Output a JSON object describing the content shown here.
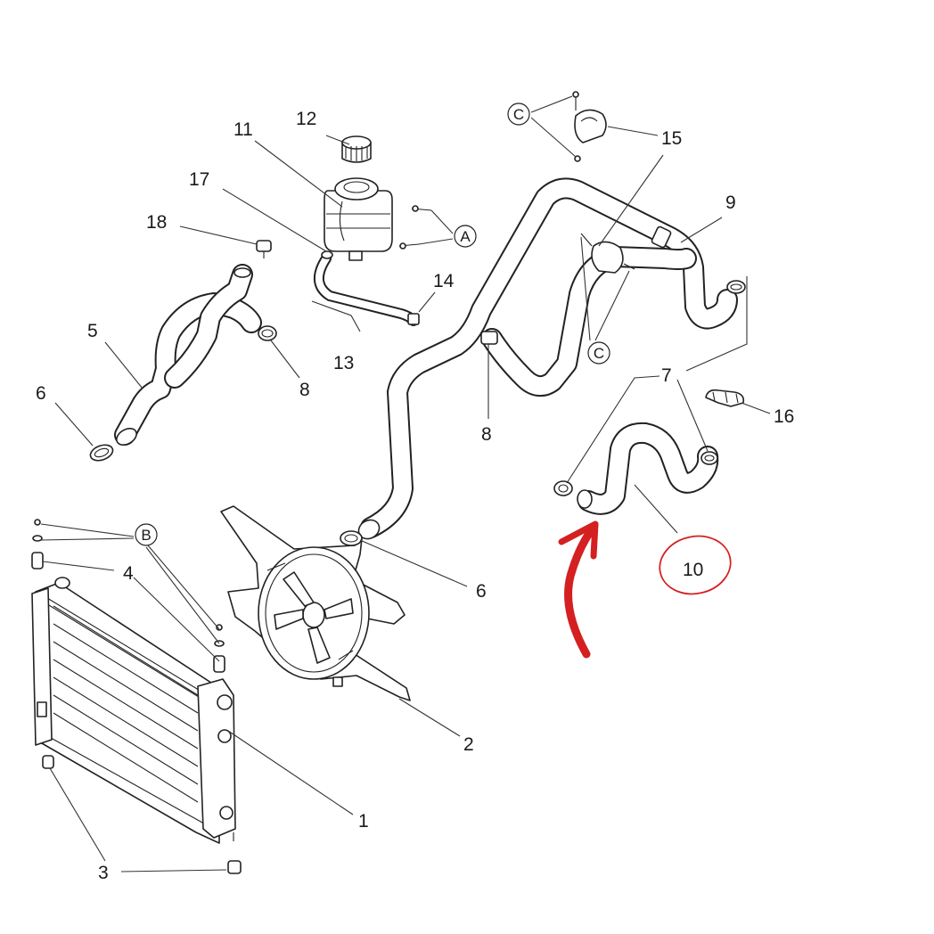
{
  "diagram": {
    "labels": {
      "l1": "1",
      "l2": "2",
      "l3": "3",
      "l4": "4",
      "l5": "5",
      "l6a": "6",
      "l6b": "6",
      "l7": "7",
      "l8a": "8",
      "l8b": "8",
      "l9": "9",
      "l10": "10",
      "l11": "11",
      "l12": "12",
      "l13": "13",
      "l14": "14",
      "l15": "15",
      "l16": "16",
      "l17": "17",
      "l18": "18"
    },
    "callouts": {
      "A": "A",
      "B": "B",
      "C1": "C",
      "C2": "C"
    },
    "annotation_color": "#d42020"
  }
}
